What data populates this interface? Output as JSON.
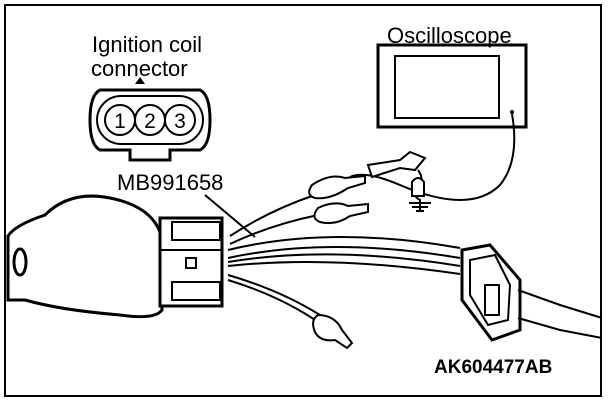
{
  "diagram": {
    "labels": {
      "ignition_coil_connector_line1": "Ignition coil",
      "ignition_coil_connector_line2": "connector",
      "oscilloscope": "Oscilloscope",
      "harness_part_number": "MB991658",
      "figure_code": "AK604477AB"
    },
    "connector_pins": [
      "1",
      "2",
      "3"
    ],
    "colors": {
      "line": "#000000",
      "background": "#ffffff"
    }
  }
}
